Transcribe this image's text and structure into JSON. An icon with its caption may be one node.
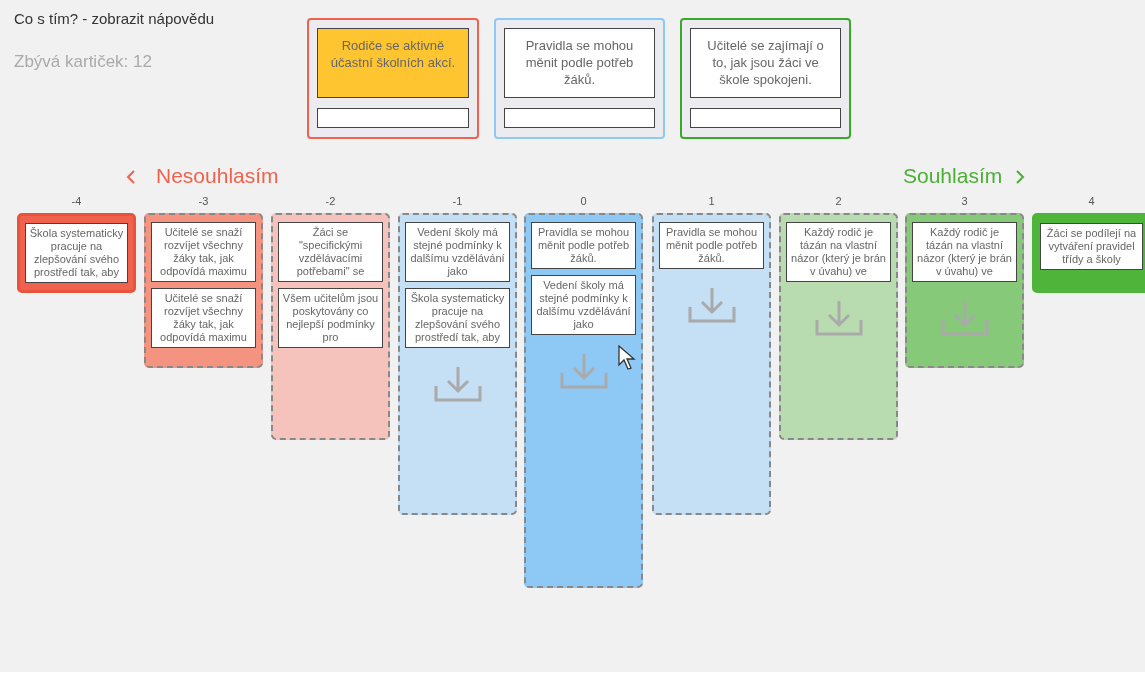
{
  "diagram": {
    "nodes": [
      {
        "text": [],
        "shape": "box"
      },
      {
        "text": [
          "Rodiče se aktivně účastní školních akcí."
        ],
        "in": 0
      },
      {
        "text": [],
        "shape": "box",
        "in": 0
      },
      {
        "text": [],
        "shape": "box"
      },
      {
        "text": [
          "Pravidla se mohou měnit podle potřeb žáků."
        ],
        "in": 3
      },
      {
        "text": [],
        "shape": "box",
        "in": 3
      },
      {
        "text": [],
        "shape": "box"
      },
      {
        "text": [
          "Učitelé se zajímají o to, jak jsou žáci ve škole spokojeni."
        ],
        "in": 6
      },
      {
        "text": [],
        "shape": "box",
        "in": 6
      },
      {
        "text": [
          "-4"
        ]
      },
      {
        "text": [
          "Škola systematicky pracuje na zlepšování svého prostředí tak, aby"
        ],
        "in": 9
      },
      {
        "text": [
          "-3"
        ]
      },
      {
        "text": [
          "Učitelé se snaží rozvíjet všechny žáky tak, jak odpovídá maximu"
        ],
        "in": 11
      },
      {
        "text": [
          "Učitelé se snaží rozvíjet všechny žáky tak, jak odpovídá maximu"
        ],
        "in": 11
      },
      {
        "text": [
          "-2"
        ]
      },
      {
        "text": [
          "Žáci se \"specifickými vzdělávacími potřebami\" se"
        ],
        "in": 14
      },
      {
        "text": [
          "Všem učitelům jsou poskytovány co nejlepší podmínky pro"
        ],
        "in": 14
      },
      {
        "text": [
          "-1"
        ]
      },
      {
        "text": [
          "Vedení školy má stejné podmínky k dalšímu vzdělávání jako"
        ],
        "in": 17
      },
      {
        "text": [
          "Škola systematicky pracuje na zlepšování svého prostředí tak, aby"
        ],
        "in": 17
      },
      {
        "text": [
          "0"
        ]
      },
      {
        "text": [
          "Pravidla se mohou měnit podle potřeb žáků."
        ],
        "in": 20
      },
      {
        "text": [
          "Vedení školy má stejné podmínky k dalšímu vzdělávání jako"
        ],
        "in": 20
      },
      {
        "text": [
          "1"
        ]
      },
      {
        "text": [
          "Pravidla se mohou měnit podle potřeb žáků."
        ],
        "in": 23
      },
      {
        "text": [
          "2"
        ]
      },
      {
        "text": [
          "Každý rodič je tázán na vlastní názor (který je brán v úvahu) ve"
        ],
        "in": 25
      },
      {
        "text": [
          "3"
        ]
      },
      {
        "text": [
          "Každý rodič je tázán na vlastní názor (který je brán v úvahu) ve"
        ],
        "in": 27
      },
      {
        "text": [
          "4"
        ]
      },
      {
        "text": [
          "Žáci se podílejí na vytváření pravidel třídy a školy"
        ],
        "in": 29
      }
    ],
    "edges": [],
    "labels": [
      "Co s tím? - zobrazit nápovědu",
      "Zbývá kartiček: 12",
      "Nesouhlasím",
      "Souhlasím"
    ]
  }
}
